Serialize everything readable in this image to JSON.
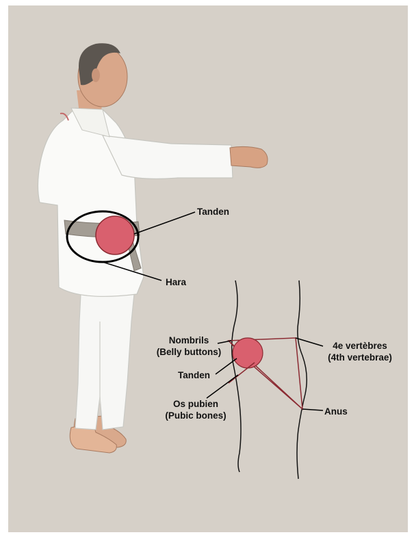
{
  "colors": {
    "background": "#d6d0c8",
    "tanden_fill": "#d9606e",
    "tanden_stroke": "#8b2a32",
    "triangle_line": "#8b2a32",
    "label_text": "#111111"
  },
  "figure": {
    "subject": "karateka-in-white-gi-punching"
  },
  "labels": {
    "tanden_top": "Tanden",
    "hara": "Hara",
    "nombrils": "Nombrils",
    "belly_buttons": "(Belly buttons)",
    "tanden_side": "Tanden",
    "os_pubien": "Os pubien",
    "pubic_bones": "(Pubic bones)",
    "vertebres": "4e vertèbres",
    "vertebrae": "(4th vertebrae)",
    "anus": "Anus"
  }
}
